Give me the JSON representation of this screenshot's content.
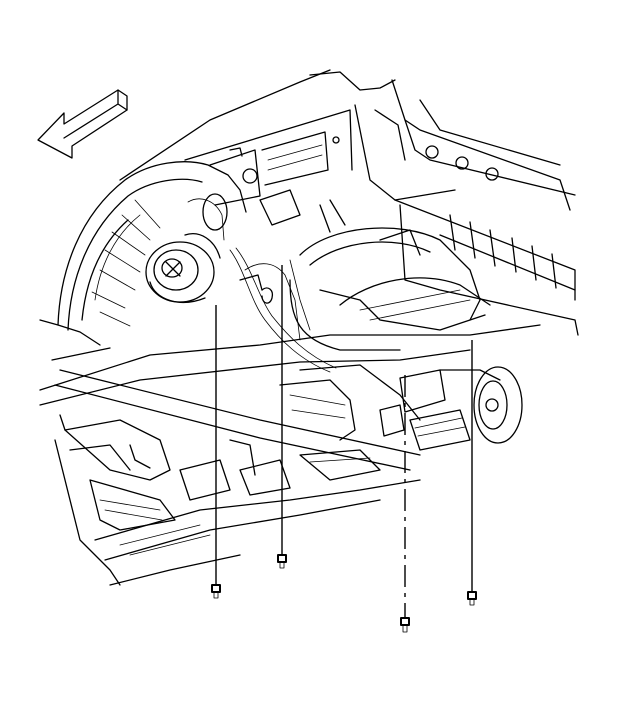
{
  "diagram": {
    "view_direction_arrow": {
      "icon": "direction-arrow-icon",
      "direction": "front-left"
    },
    "fastener_count": 4,
    "fasteners": [
      {
        "name": "fastener-1",
        "line_style": "solid"
      },
      {
        "name": "fastener-2",
        "line_style": "solid"
      },
      {
        "name": "fastener-3",
        "line_style": "dash-dot"
      },
      {
        "name": "fastener-4",
        "line_style": "solid"
      }
    ]
  }
}
